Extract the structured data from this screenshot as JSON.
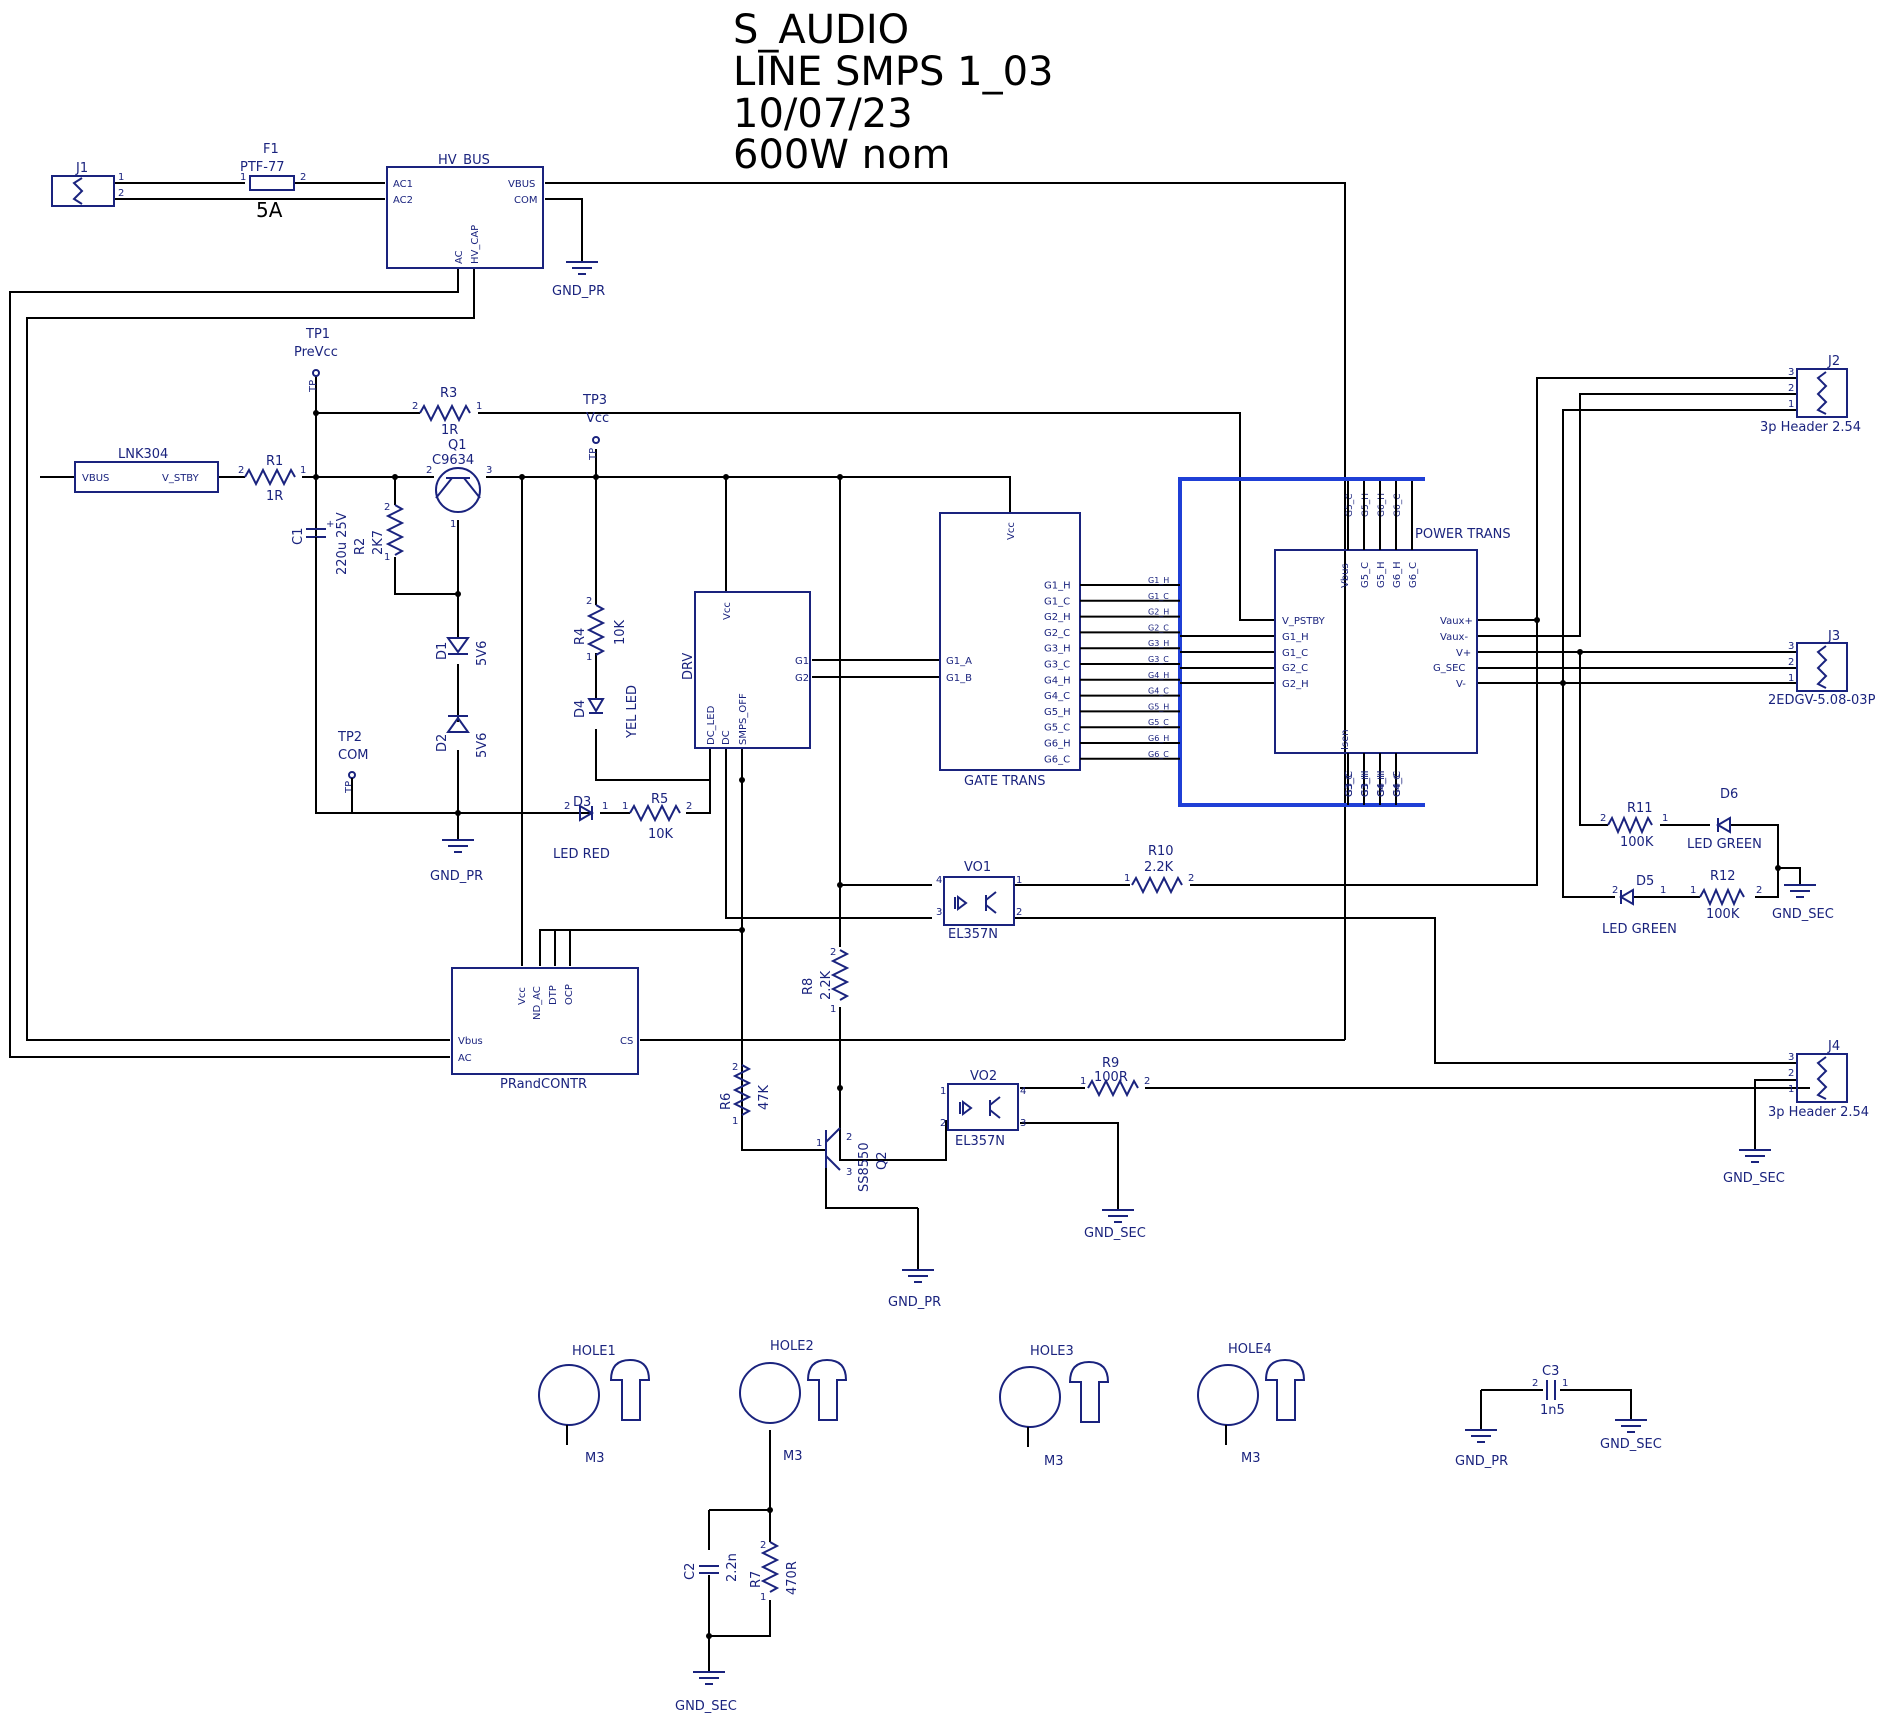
{
  "title": {
    "lines": [
      "S_AUDIO",
      "LINE SMPS 1_03",
      "10/07/23",
      "600W nom"
    ]
  },
  "refs": {
    "j1": "J1",
    "f1": "F1",
    "f1_val": "PTF-77",
    "f1_rating": "5A",
    "hvbus": "HV_BUS",
    "hv_ac1": "AC1",
    "hv_ac2": "AC2",
    "hv_vbus": "VBUS",
    "hv_com": "COM",
    "hv_ac": "AC",
    "hv_cap": "HV_CAP",
    "gnd_pr": "GND_PR",
    "gnd_sec": "GND_SEC",
    "tp1": "TP1",
    "tp1_name": "PreVcc",
    "tp2": "TP2",
    "tp2_name": "COM",
    "tp3": "TP3",
    "tp3_name": "Vcc",
    "tp": "TP",
    "lnk": "LNK304",
    "lnk_vbus": "VBUS",
    "lnk_vstby": "V_STBY",
    "r1": "R1",
    "r1_val": "1R",
    "r2": "R2",
    "r2_val": "2K7",
    "r3": "R3",
    "r3_val": "1R",
    "r4": "R4",
    "r4_val": "10K",
    "r5": "R5",
    "r5_val": "10K",
    "r6": "R6",
    "r6_val": "47K",
    "r7": "R7",
    "r7_val": "470R",
    "r8": "R8",
    "r8_val": "2.2K",
    "r9": "R9",
    "r9_val": "100R",
    "r10": "R10",
    "r10_val": "2.2K",
    "r11": "R11",
    "r11_val": "100K",
    "r12": "R12",
    "r12_val": "100K",
    "c1": "C1",
    "c1_val": "220u 25V",
    "c2": "C2",
    "c2_val": "2.2n",
    "c3": "C3",
    "c3_val": "1n5",
    "q1": "Q1",
    "q1_val": "C9634",
    "q2": "Q2",
    "q2_val": "SS8550",
    "d1": "D1",
    "d1_val": "5V6",
    "d2": "D2",
    "d2_val": "5V6",
    "d3": "D3",
    "d3_val": "LED RED",
    "d4": "D4",
    "d4_val": "YEL LED",
    "d5": "D5",
    "d5_val": "LED GREEN",
    "d6": "D6",
    "d6_val": "LED GREEN",
    "drv": "DRV",
    "drv_vcc": "Vcc",
    "drv_g1": "G1",
    "drv_g2": "G2",
    "drv_dcled": "DC_LED",
    "drv_dc": "DC",
    "drv_smpsoff": "SMPS_OFF",
    "gate": "GATE TRANS",
    "gate_vcc": "Vcc",
    "gate_g1a": "G1_A",
    "gate_g1b": "G1_B",
    "power": "POWER TRANS",
    "pw_vpstby": "V_PSTBY",
    "pw_g1h": "G1_H",
    "pw_g1c": "G1_C",
    "pw_g2c": "G2_C",
    "pw_g2h": "G2_H",
    "pw_vauxp": "Vaux+",
    "pw_vauxm": "Vaux-",
    "pw_vp": "V+",
    "pw_gsec": "G_SEC",
    "pw_vm": "V-",
    "pw_vbus": "Vbus",
    "pw_isen": "Isen",
    "vo1": "VO1",
    "vo1_val": "EL357N",
    "vo2": "VO2",
    "vo2_val": "EL357N",
    "prot": "PRandCONTR",
    "pr_vcc": "Vcc",
    "pr_ndac": "ND_AC",
    "pr_dtp": "DTP",
    "pr_ocp": "OCP",
    "pr_vbus": "Vbus",
    "pr_ac": "AC",
    "pr_cs": "CS",
    "j2": "J2",
    "j2_val": "3p Header 2.54",
    "j3": "J3",
    "j3_val": "2EDGV-5.08-03P",
    "j4": "J4",
    "j4_val": "3p Header 2.54",
    "hole1": "HOLE1",
    "hole2": "HOLE2",
    "hole3": "HOLE3",
    "hole4": "HOLE4",
    "m3": "M3"
  },
  "gate_pins": [
    "G1_H",
    "G1_C",
    "G2_H",
    "G2_C",
    "G3_H",
    "G3_C",
    "G4_H",
    "G4_C",
    "G5_H",
    "G5_C",
    "G6_H",
    "G6_C"
  ],
  "power_top_pins": [
    "G5_C",
    "G5_H",
    "G6_H",
    "G6_C"
  ],
  "power_bot_pins": [
    "G3_C",
    "G3_H",
    "G4_H",
    "G4_C"
  ],
  "pin_numbers": {
    "p1": "1",
    "p2": "2",
    "p3": "3",
    "p4": "4"
  }
}
